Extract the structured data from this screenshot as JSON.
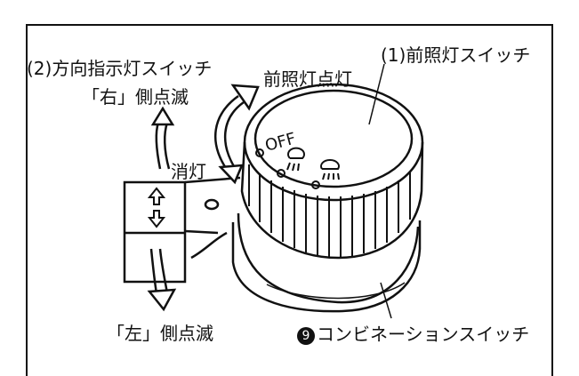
{
  "labels": {
    "headlight_switch": "(1)前照灯スイッチ",
    "turn_signal_switch": "(2)方向指示灯スイッチ",
    "right_blink": "「右」側点滅",
    "headlight_on": "前照灯点灯",
    "light_off": "消灯",
    "left_blink": "「左」側点滅",
    "combination_number": "9",
    "combination_switch": "コンビネーションスイッチ",
    "off_marking": "OFF"
  }
}
